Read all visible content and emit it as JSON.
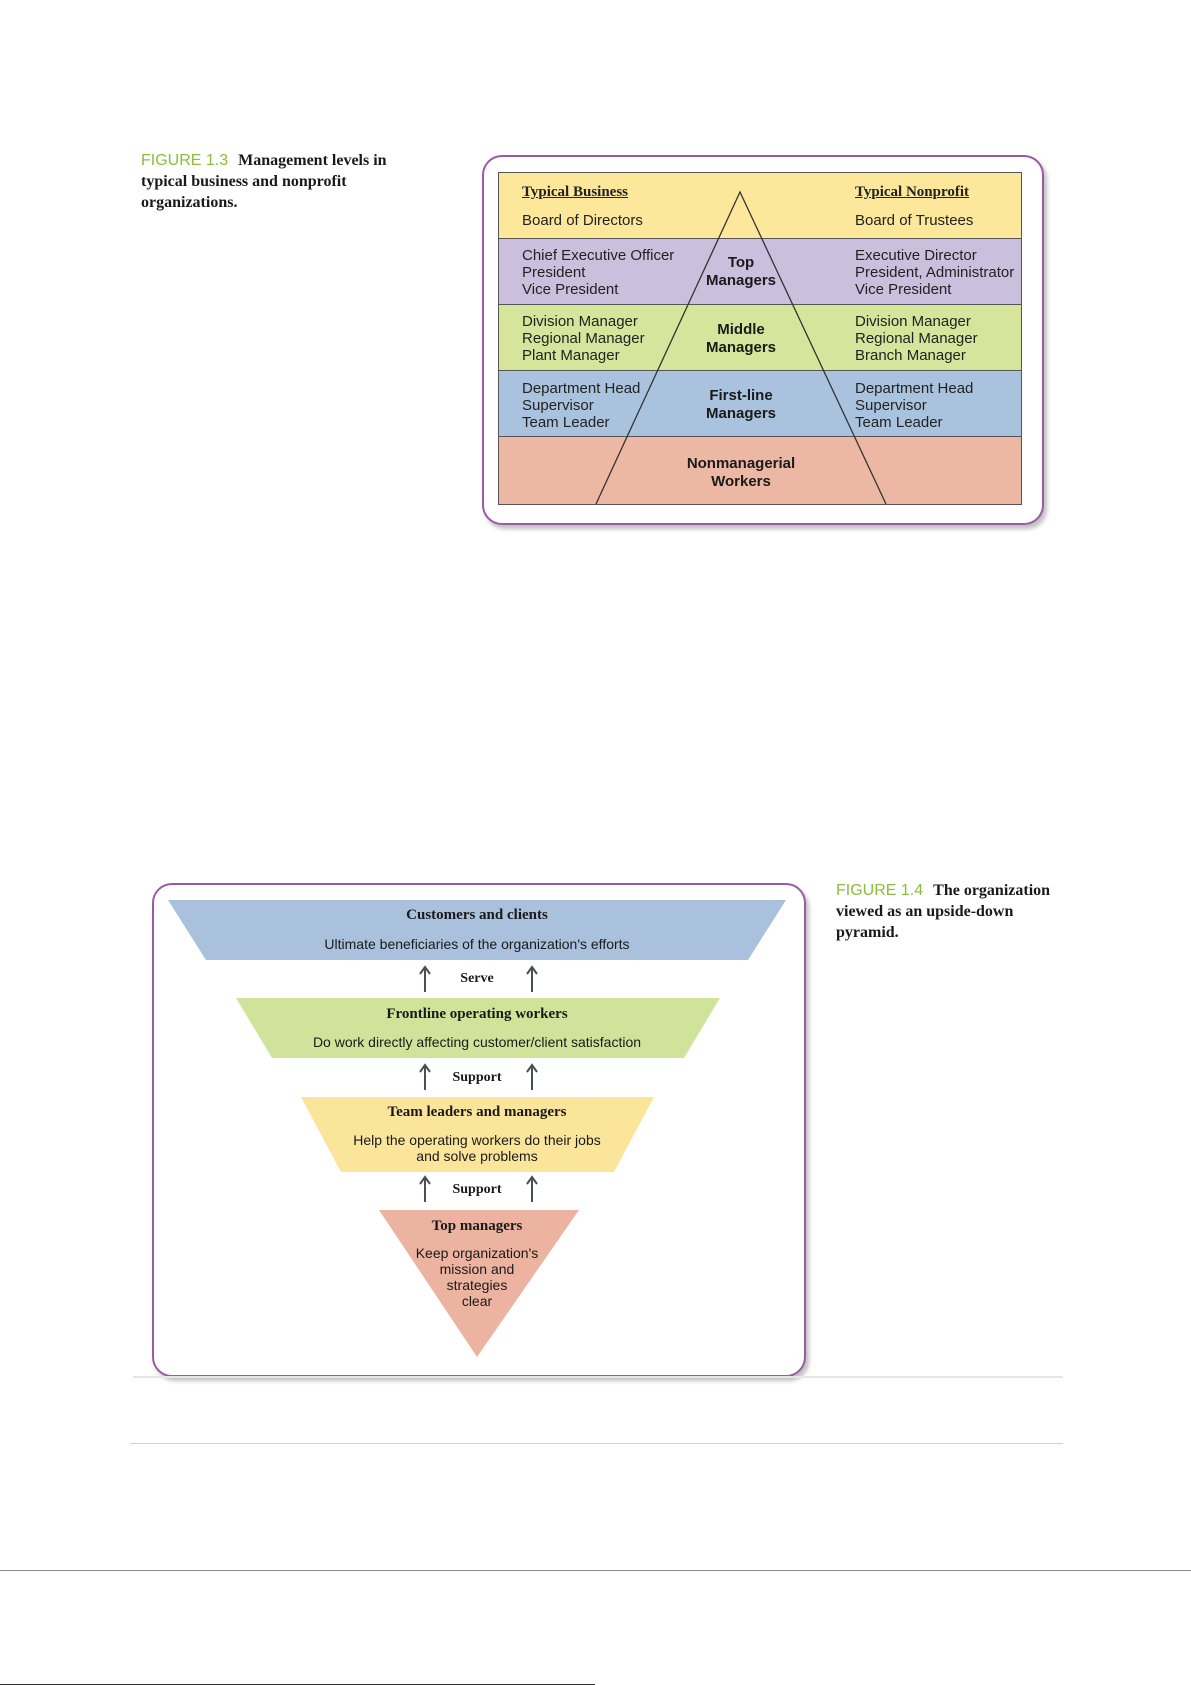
{
  "figure_1_3": {
    "caption": {
      "number": "FIGURE 1.3",
      "text": "Management levels in typical business and nonprofit organizations."
    },
    "typical_business": {
      "heading": "Typical Business",
      "board": "Board of Directors",
      "top": [
        "Chief Executive Officer",
        "President",
        "Vice President"
      ],
      "middle": [
        "Division Manager",
        "Regional Manager",
        "Plant Manager"
      ],
      "first_line": [
        "Department Head",
        "Supervisor",
        "Team Leader"
      ]
    },
    "typical_nonprofit": {
      "heading": "Typical Nonprofit",
      "board": "Board of Trustees",
      "top": [
        "Executive Director",
        "President, Administrator",
        "Vice President"
      ],
      "middle": [
        "Division Manager",
        "Regional Manager",
        "Branch Manager"
      ],
      "first_line": [
        "Department Head",
        "Supervisor",
        "Team Leader"
      ]
    },
    "pyramid_levels": [
      [
        "Top",
        "Managers"
      ],
      [
        "Middle",
        "Managers"
      ],
      [
        "First-line",
        "Managers"
      ],
      [
        "Nonmanagerial",
        "Workers"
      ]
    ],
    "colors": {
      "board": "#fce79a",
      "top": "#cbbfde",
      "middle": "#d6e59b",
      "first_line": "#a9c3de",
      "workers": "#ecb8a4"
    }
  },
  "figure_1_4": {
    "caption": {
      "number": "FIGURE 1.4",
      "text": "The organization viewed as an upside-down pyramid."
    },
    "tiers": [
      {
        "title": "Customers and clients",
        "description": [
          "Ultimate beneficiaries of the organization's efforts"
        ],
        "color": "#a9c1dd"
      },
      {
        "title": "Frontline operating workers",
        "description": [
          "Do work directly affecting customer/client satisfaction"
        ],
        "color": "#cfe49a"
      },
      {
        "title": "Team leaders and managers",
        "description": [
          "Help the operating workers do their jobs",
          "and solve problems"
        ],
        "color": "#fbe59b"
      },
      {
        "title": "Top managers",
        "description": [
          "Keep organization's",
          "mission and",
          "strategies",
          "clear"
        ],
        "color": "#ecb4a0"
      }
    ],
    "connectors": [
      "Serve",
      "Support",
      "Support"
    ]
  }
}
